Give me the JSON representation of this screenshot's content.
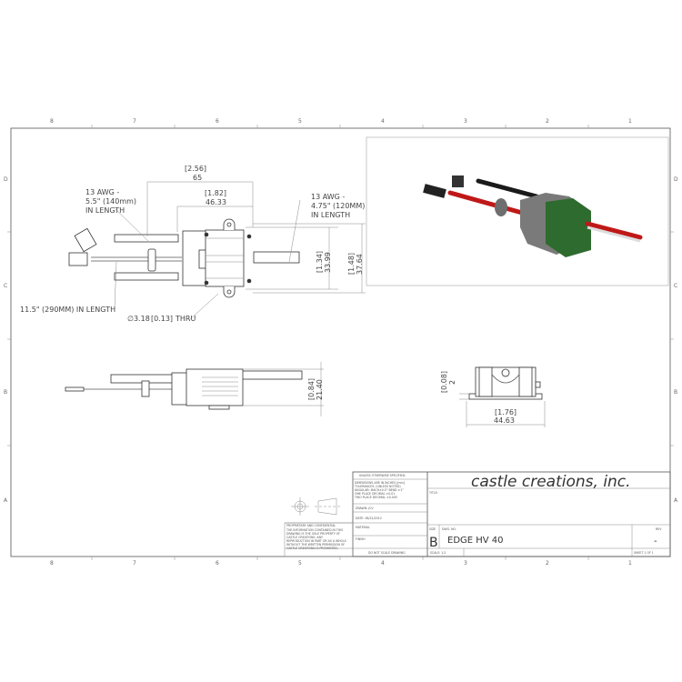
{
  "grid": {
    "columns": [
      "8",
      "7",
      "6",
      "5",
      "4",
      "3",
      "2",
      "1"
    ],
    "rows": [
      "D",
      "C",
      "B",
      "A"
    ]
  },
  "top_view": {
    "overall_length": {
      "inch": "[2.56]",
      "mm": "65"
    },
    "body_length": {
      "inch": "[1.82]",
      "mm": "46.33"
    },
    "body_width": {
      "inch": "[1.34]",
      "mm": "33.99"
    },
    "mount_width": {
      "inch": "[1.48]",
      "mm": "37.64"
    },
    "input_wire_note": [
      "13 AWG -",
      "5.5\" (140mm)",
      "IN LENGTH"
    ],
    "output_wire_note": [
      "13 AWG -",
      "4.75\" (120MM)",
      "IN LENGTH"
    ],
    "signal_wire_note": "11.5\"  (290MM) IN LENGTH",
    "hole_note": {
      "diameter": "∅3.18",
      "inch": "[0.13]",
      "suffix": "THRU"
    }
  },
  "side_view": {
    "height": {
      "inch": "[0.84]",
      "mm": "21.40"
    }
  },
  "end_view": {
    "flange": {
      "inch": "[0.08]",
      "mm": "2"
    },
    "width": {
      "inch": "[1.76]",
      "mm": "44.63"
    }
  },
  "render_colors": {
    "body": "#2e6b2e",
    "housing": "#777777",
    "red_wire": "#c01818",
    "black_wire": "#1a1a1a"
  },
  "title_block": {
    "company": "castle creations, inc.",
    "unless_otherwise": "UNLESS OTHERWISE SPECIFIED:",
    "tolerance_lines": [
      "DIMENSIONS ARE IN INCHES [mm]",
      "TOLERANCES: (UNLESS NOTED)",
      "ANGULAR: MACH±0.5° BEND ±1°",
      "ONE PLACE DECIMAL   ±0.01",
      "TWO PLACE DECIMAL   ±0.005"
    ],
    "drawn": "DRAWN:  JCV",
    "date": "DATE: 08/22/2012",
    "material": "MATERIAL",
    "finish": "FINISH",
    "no_scale": "DO NOT SCALE DRAWING",
    "title_label": "TITLE:",
    "size_label": "SIZE",
    "size": "B",
    "dwg_label": "DWG.  NO.",
    "dwg_no": "EDGE HV 40",
    "rev_label": "REV",
    "rev": "-",
    "scale": "SCALE: 1:2",
    "sheet": "SHEET 1 OF 1",
    "proprietary_title": "PROPRIETARY AND CONFIDENTIAL",
    "proprietary_lines": [
      "THE INFORMATION CONTAINED IN THIS",
      "DRAWING IS THE SOLE PROPERTY OF",
      "CASTLE CREATIONS.  ANY",
      "REPRODUCTION IN PART OR AS A WHOLE",
      "WITHOUT THE WRITTEN PERMISSION OF",
      "CASTLE CREATIONS  IS PROHIBITED."
    ]
  }
}
